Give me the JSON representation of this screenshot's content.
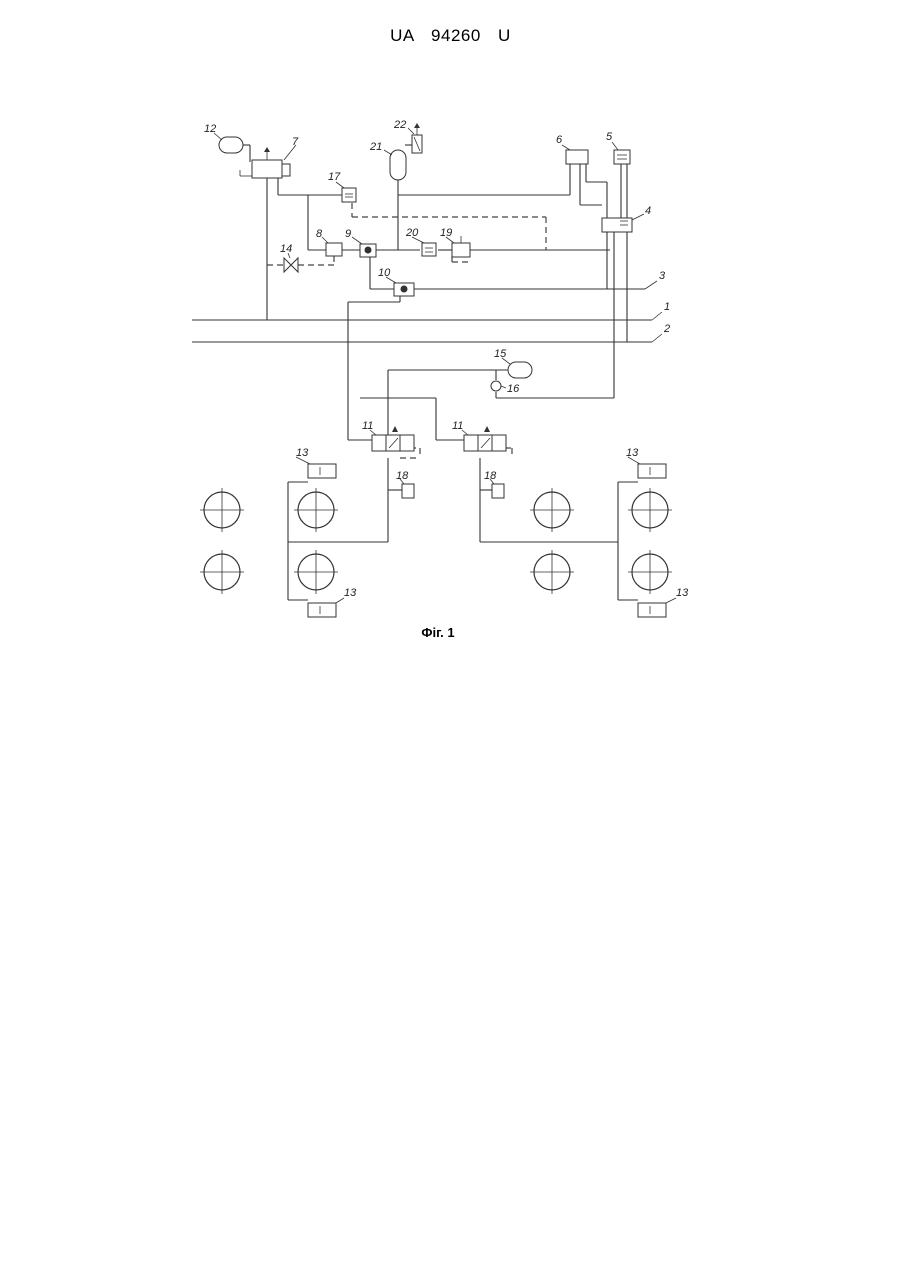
{
  "header": {
    "document_number": "UA   94260   U"
  },
  "figure": {
    "caption": "Фіг. 1",
    "labels": {
      "l1": "1",
      "l2": "2",
      "l3": "3",
      "l4": "4",
      "l5": "5",
      "l6": "6",
      "l7": "7",
      "l8": "8",
      "l9": "9",
      "l10": "10",
      "l11": "11",
      "l12": "12",
      "l13": "13",
      "l14": "14",
      "l15": "15",
      "l16": "16",
      "l17": "17",
      "l18": "18",
      "l19": "19",
      "l20": "20",
      "l21": "21",
      "l22": "22"
    }
  }
}
